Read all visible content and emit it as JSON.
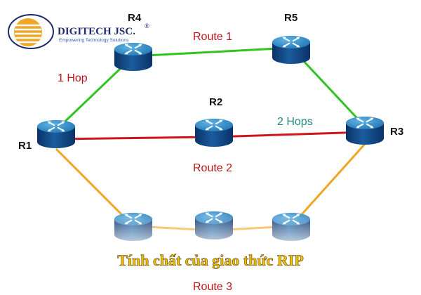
{
  "logo": {
    "name": "DIGITECH JSC.",
    "registered": "®",
    "tagline": "Empowering Technology Solutions"
  },
  "routers": {
    "r1": "R1",
    "r2": "R2",
    "r3": "R3",
    "r4": "R4",
    "r5": "R5"
  },
  "labels": {
    "route1": "Route 1",
    "route2": "Route 2",
    "route3": "Route 3",
    "one_hop": "1 Hop",
    "two_hops": "2 Hops"
  },
  "caption": "Tính chất của giao thức RIP",
  "colors": {
    "route1_line": "#2fc41f",
    "route2_line": "#d1141c",
    "route3_line": "#f0a524",
    "router_top": "#2c86c4",
    "router_body": "#0d3f7a",
    "route_label_red": "#c0141c",
    "hops_label_teal": "#1f8a80",
    "caption_text": "#f2c200"
  }
}
